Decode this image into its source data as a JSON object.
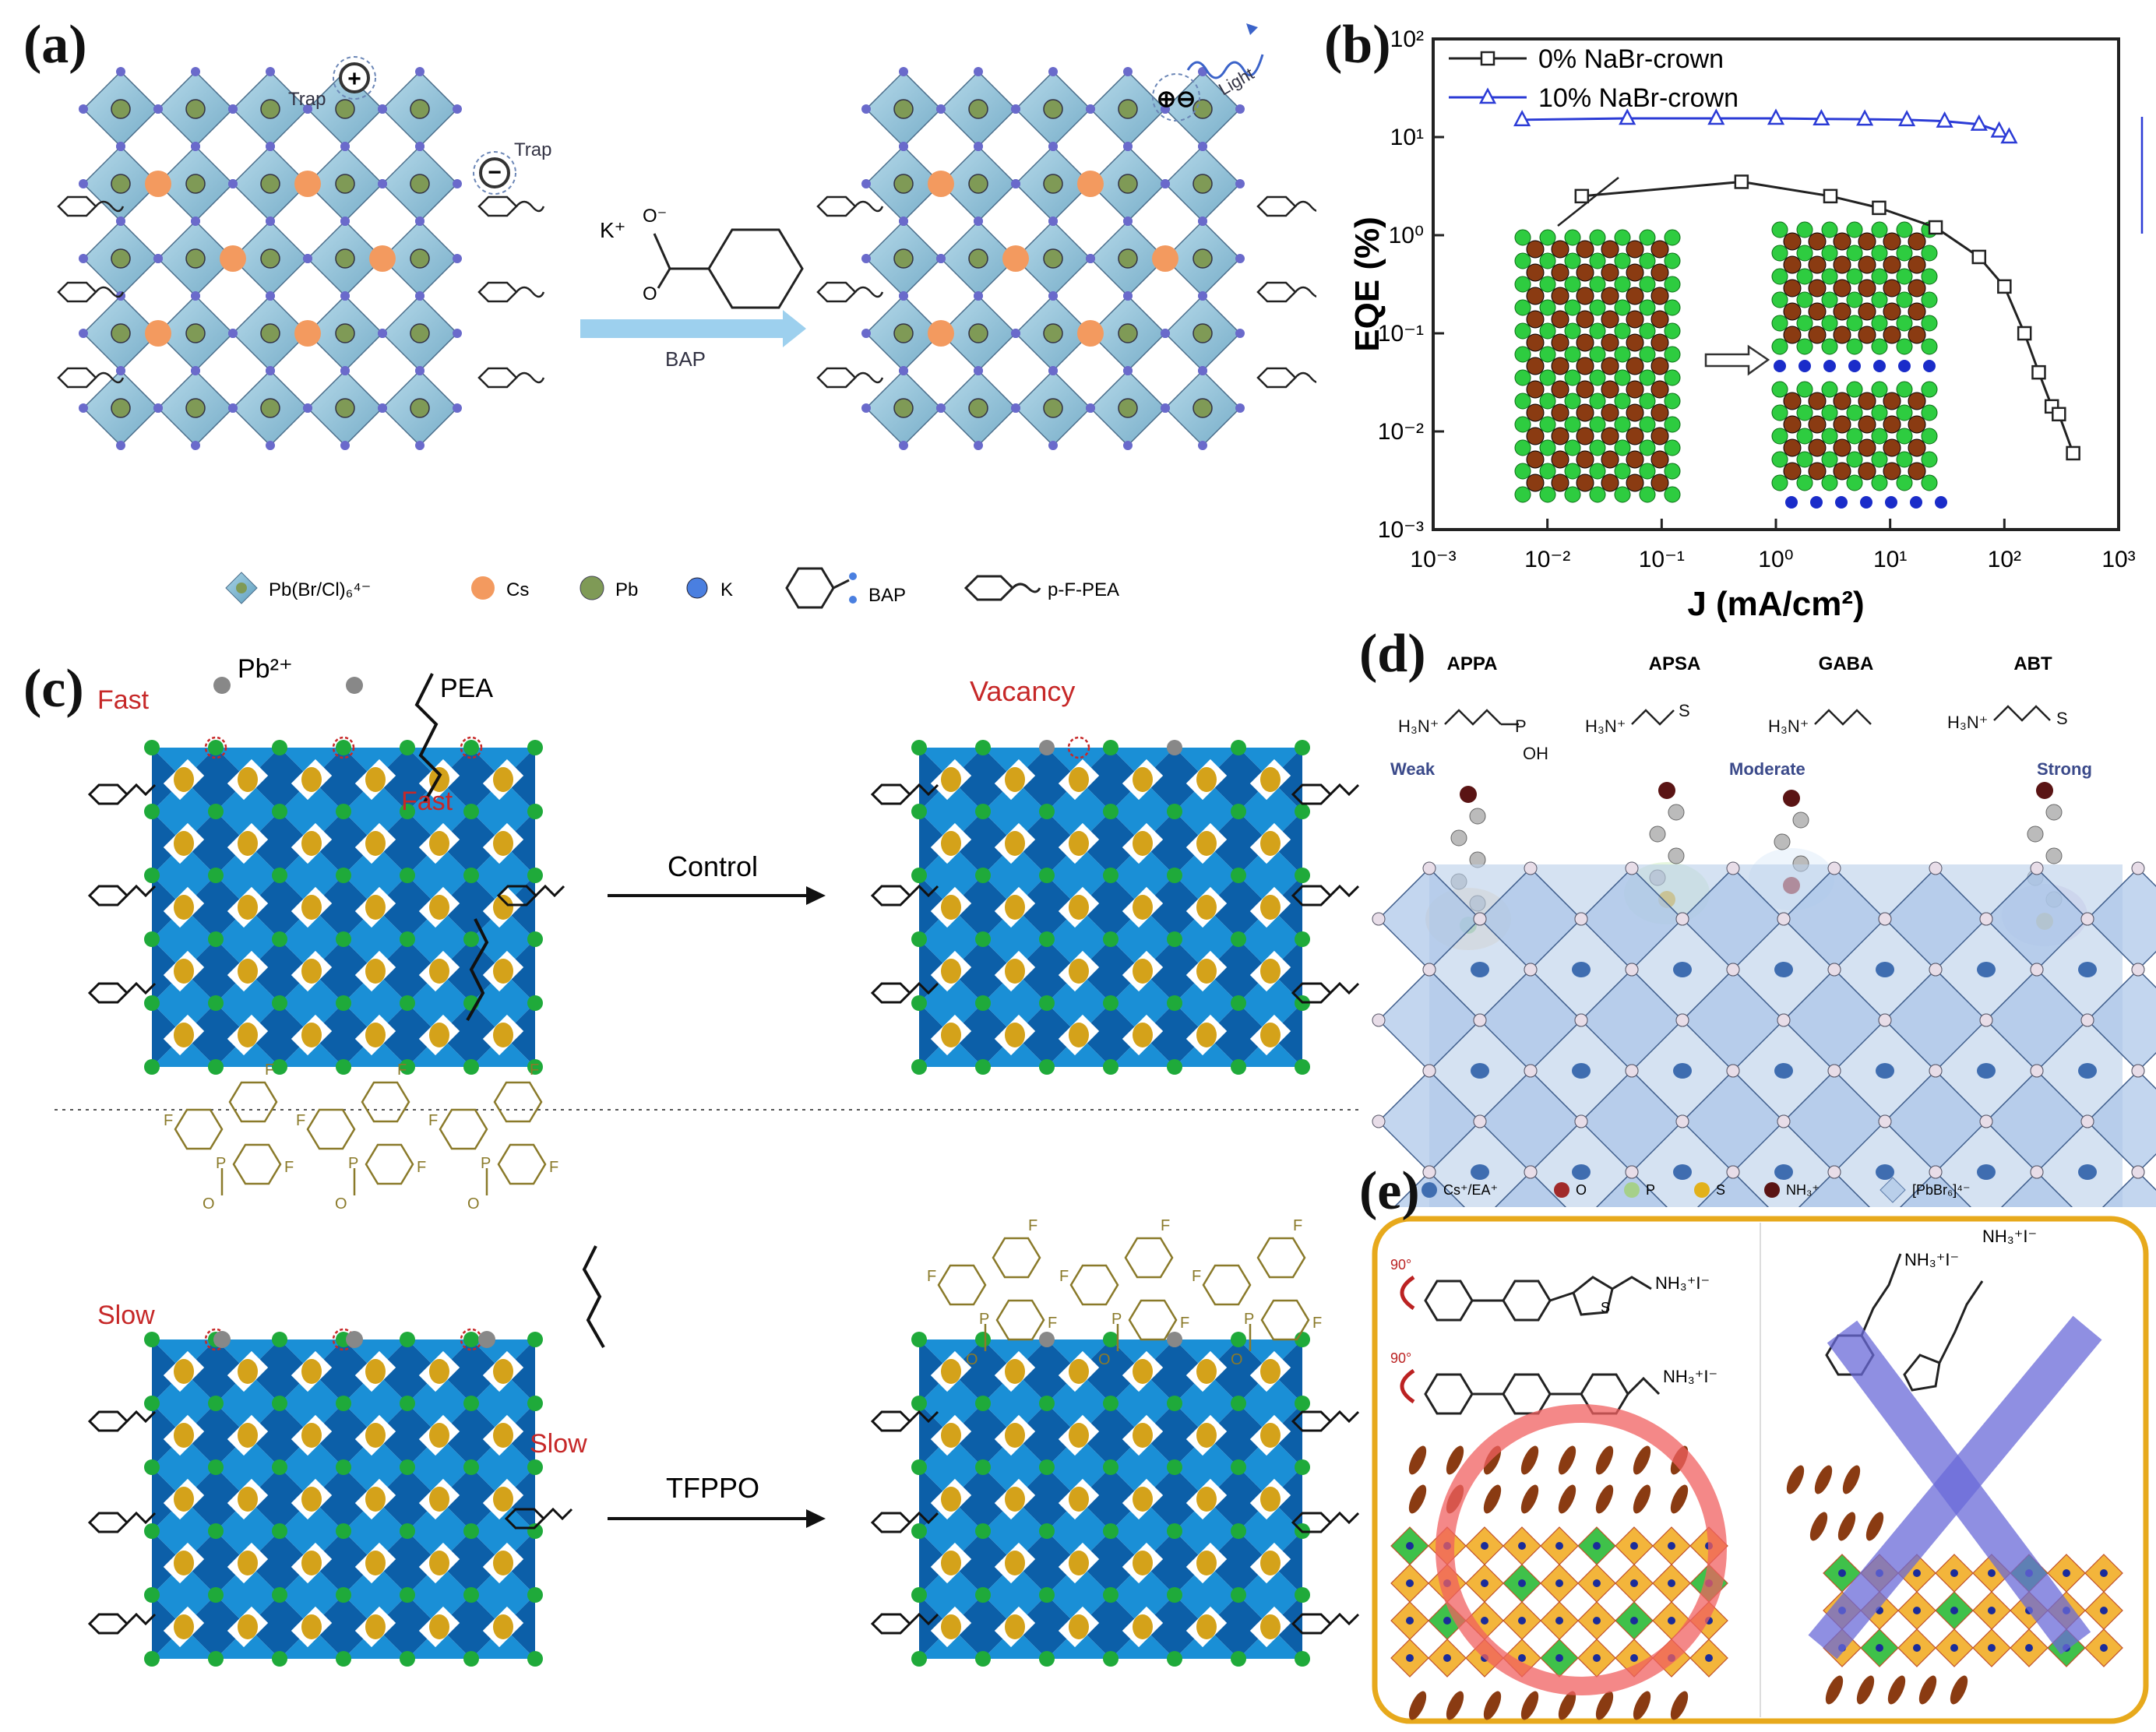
{
  "panel_a": {
    "label": "(a)",
    "trap1": "Trap",
    "trap2": "Trap",
    "light": "Light",
    "reagent_cation": "K⁺",
    "reagent_o1": "O⁻",
    "reagent_o2": "O",
    "arrow_label": "BAP",
    "legend": {
      "octahedron": "Pb(Br/Cl)₆⁴⁻",
      "cs": "Cs",
      "pb": "Pb",
      "k": "K",
      "bap": "BAP",
      "pfpea": "p-F-PEA"
    },
    "colors": {
      "octa": "#8fc3dc",
      "cs": "#f39a5f",
      "pb": "#7f9a56",
      "halide": "#6a6acb",
      "k": "#4a7fe0"
    }
  },
  "panel_b": {
    "label": "(b)",
    "inset_arrow_icon": "right-arrow-icon"
  },
  "chart_data": {
    "type": "line",
    "xlabel": "J (mA/cm²)",
    "ylabel": "EQE (%)",
    "xscale": "log",
    "yscale": "log",
    "xlim": [
      0.001,
      1000
    ],
    "ylim": [
      0.001,
      100
    ],
    "x_ticks": [
      "10⁻³",
      "10⁻²",
      "10⁻¹",
      "10⁰",
      "10¹",
      "10²",
      "10³"
    ],
    "y_ticks": [
      "10⁻³",
      "10⁻²",
      "10⁻¹",
      "10⁰",
      "10¹",
      "10²"
    ],
    "legend_position": "top-left",
    "series": [
      {
        "name": "0% NaBr-crown",
        "color": "#222222",
        "marker": "square",
        "x": [
          0.02,
          0.5,
          3,
          8,
          25,
          60,
          100,
          150,
          200,
          260,
          300,
          400
        ],
        "y": [
          2.5,
          3.5,
          2.5,
          1.9,
          1.2,
          0.6,
          0.3,
          0.1,
          0.04,
          0.018,
          0.015,
          0.006
        ]
      },
      {
        "name": "10% NaBr-crown",
        "color": "#2b3bd6",
        "marker": "triangle",
        "x": [
          0.006,
          0.05,
          0.3,
          1,
          2.5,
          6,
          14,
          30,
          60,
          90,
          110
        ],
        "y": [
          15,
          15.5,
          15.5,
          15.5,
          15.3,
          15.2,
          15,
          14.5,
          13.5,
          11.5,
          10
        ]
      }
    ]
  },
  "panel_c": {
    "label": "(c)",
    "pb_ion": "Pb²⁺",
    "pea": "PEA",
    "fast1": "Fast",
    "fast2": "Fast",
    "vacancy": "Vacancy",
    "control": "Control",
    "slow1": "Slow",
    "slow2": "Slow",
    "tfppo": "TFPPO",
    "f_atom": "F",
    "p_atom": "P",
    "o_atom": "O",
    "colors": {
      "octa": "#1a8fd6",
      "octa_dark": "#0c5fa8",
      "halide": "#1faa3a",
      "cation": "#d4a21a",
      "pb": "#888888",
      "red": "#c62828",
      "ligand": "#8a7a2a"
    }
  },
  "panel_d": {
    "label": "(d)",
    "ligands": [
      "APPA",
      "APSA",
      "GABA",
      "ABT"
    ],
    "formula_prefix": "H₃N⁺",
    "strength": [
      "Weak",
      "Moderate",
      "Strong"
    ],
    "atoms_p": "P",
    "atoms_o": "O",
    "atoms_s": "S",
    "oh": "OH",
    "legend": {
      "cs": "Cs⁺/EA⁺",
      "o": "O",
      "p": "P",
      "s": "S",
      "nh3": "NH₃⁺",
      "oct": "[PbBr₆]⁴⁻"
    }
  },
  "panel_e": {
    "label": "(e)",
    "rot1": "90°",
    "rot2": "90°",
    "ammonium1": "NH₃⁺I⁻",
    "ammonium2": "NH₃⁺I⁻",
    "ammonium3": "NH₃⁺I⁻",
    "ammonium4": "NH₃⁺I⁻",
    "s_atom": "S",
    "border_color": "#e7a91c"
  }
}
